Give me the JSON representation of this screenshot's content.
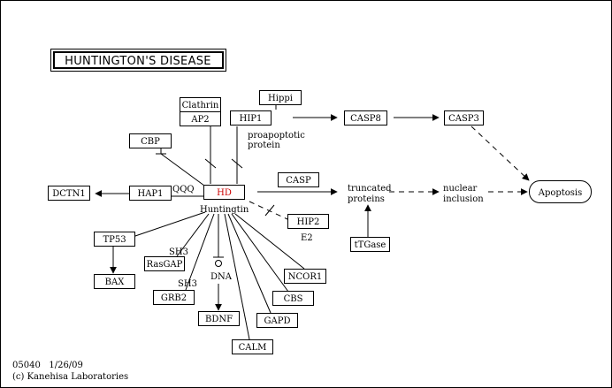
{
  "colors": {
    "line": "#000000",
    "background": "#ffffff",
    "highlight_gene": "#cc0000"
  },
  "diagram": {
    "title": "HUNTINGTON'S DISEASE",
    "map_id": "05040   1/26/09",
    "copyright": "(c) Kanehisa Laboratories",
    "nodes": {
      "clathrin": "Clathrin",
      "ap2": "AP2",
      "hippi": "Hippi",
      "hip1": "HIP1",
      "casp8": "CASP8",
      "casp3": "CASP3",
      "cbp": "CBP",
      "dctn1": "DCTN1",
      "hap1": "HAP1",
      "hd": "HD",
      "casp": "CASP",
      "hip2": "HIP2",
      "tgase": "tTGase",
      "apoptosis": "Apoptosis",
      "tp53": "TP53",
      "bax": "BAX",
      "rasgap": "RasGAP",
      "grb2": "GRB2",
      "bdnf": "BDNF",
      "gapd": "GAPD",
      "calm": "CALM",
      "cbs": "CBS",
      "ncor1": "NCOR1"
    },
    "labels": {
      "proapoptotic_line1": "proapoptotic",
      "proapoptotic_line2": "protein",
      "qqq": "QQQ",
      "huntingtin": "Huntingtin",
      "truncated_line1": "truncated",
      "truncated_line2": "proteins",
      "nuclear_line1": "nuclear",
      "nuclear_line2": "inclusion",
      "e2": "E2",
      "sh3_rasgap": "SH3",
      "sh3_grb2": "SH3",
      "dna": "DNA"
    }
  }
}
